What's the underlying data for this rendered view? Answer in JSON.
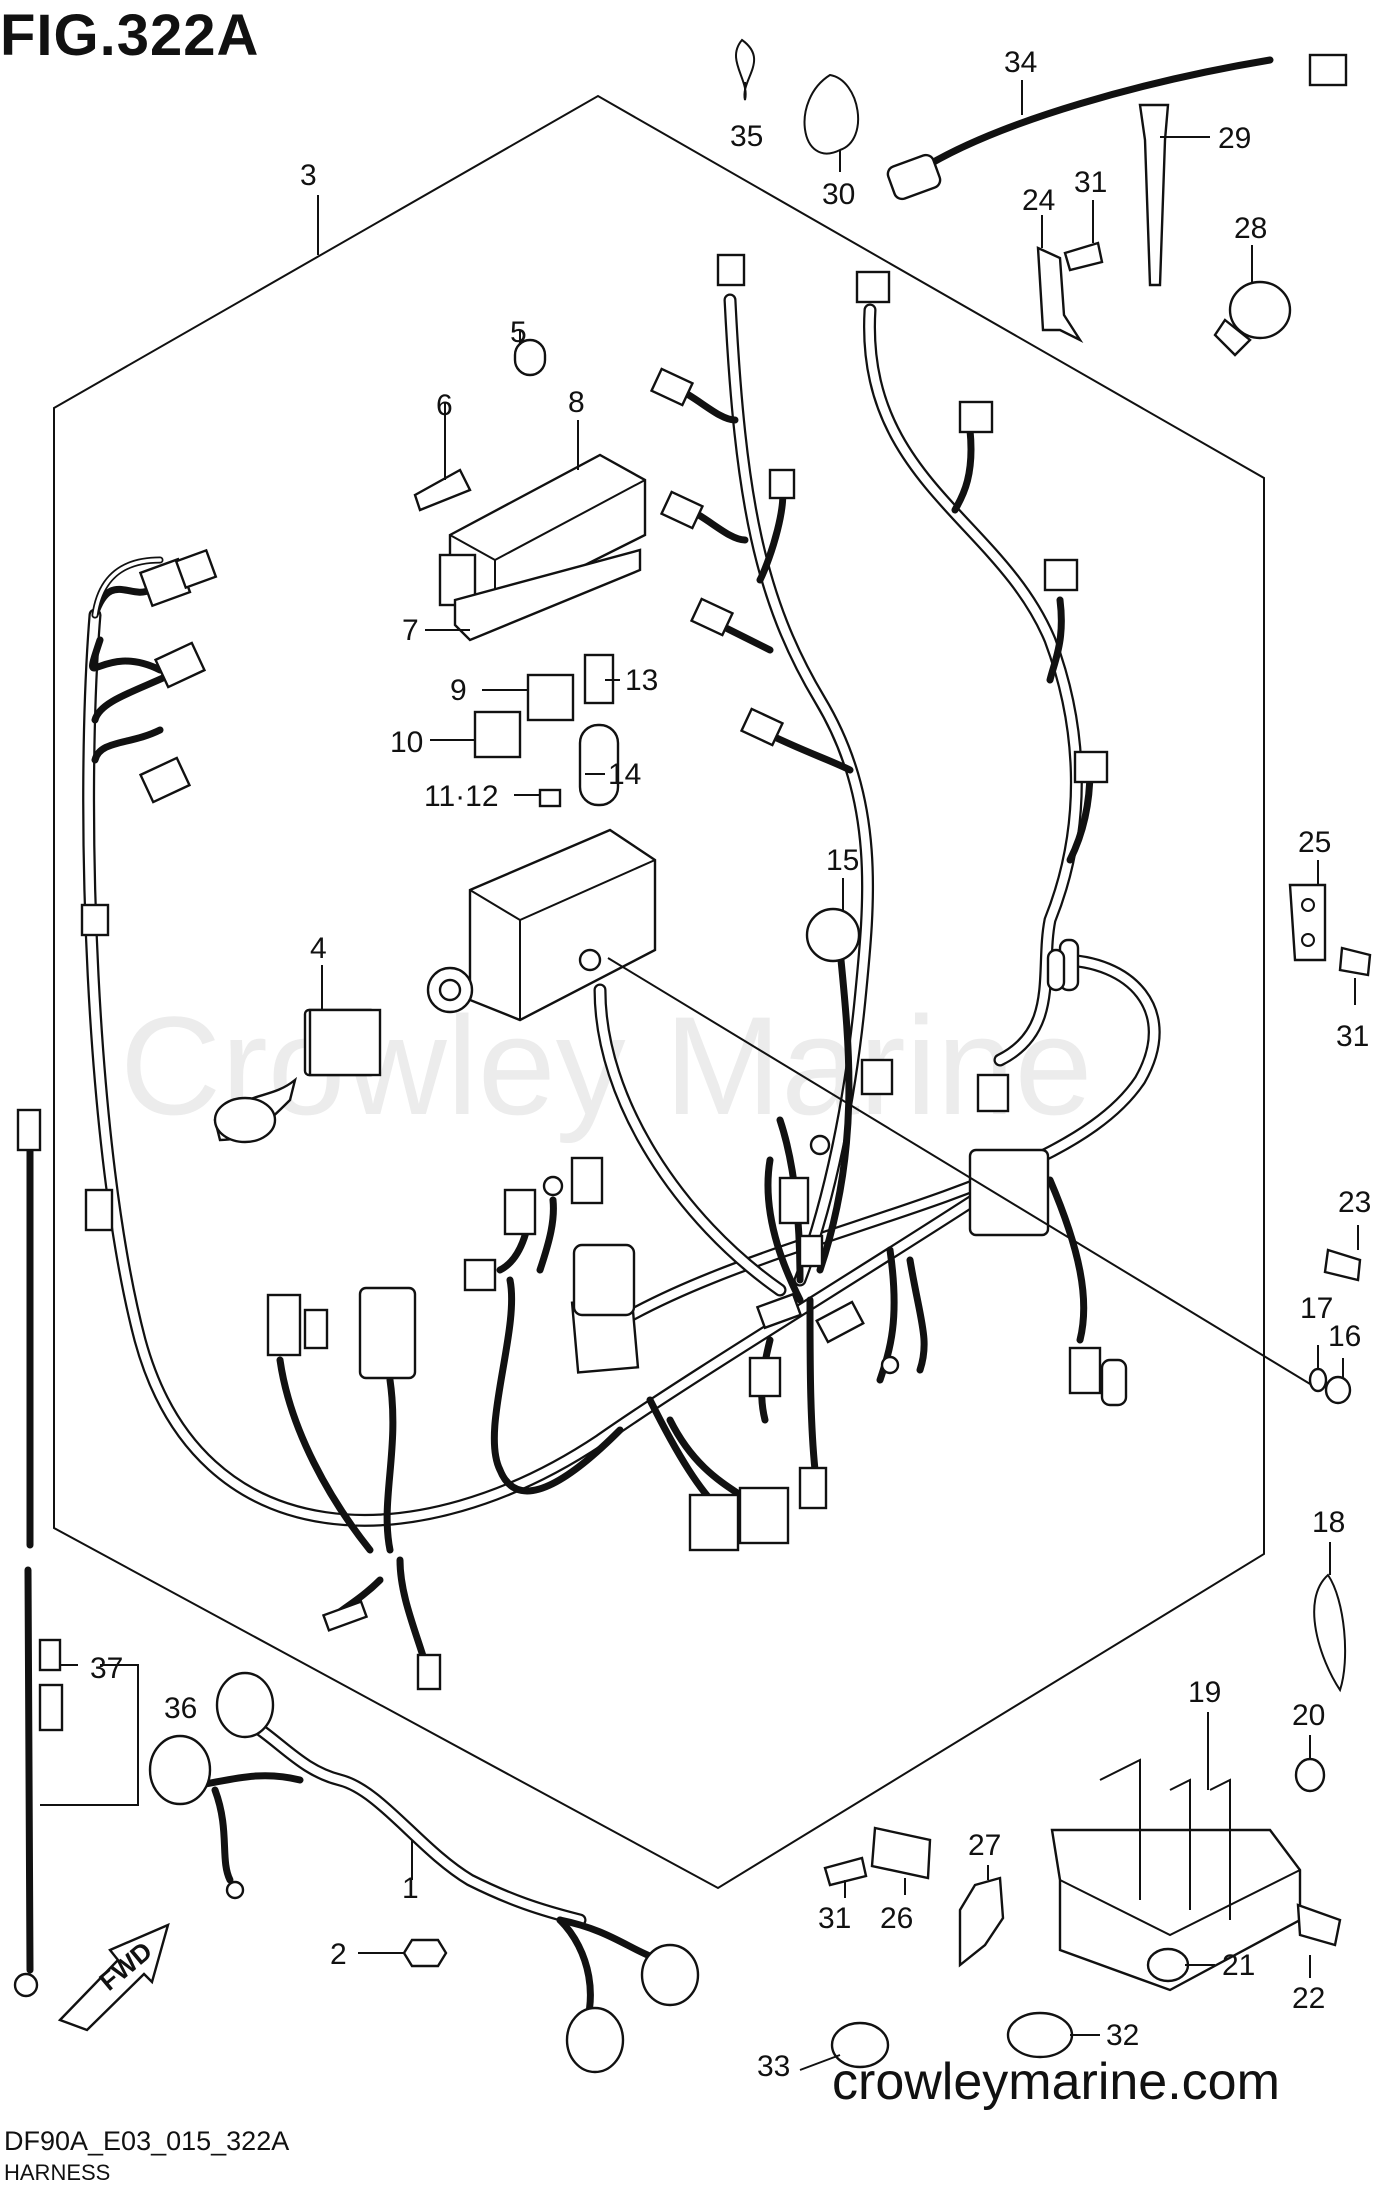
{
  "figure_title": "FIG.322A",
  "watermark": "Crowley Marine",
  "website": "crowleymarine.com",
  "drawing_code": "DF90A_E03_015_322A",
  "caption": "HARNESS",
  "fwd_label": "FWD",
  "callouts": {
    "p1": "1",
    "p2": "2",
    "p3": "3",
    "p4": "4",
    "p5": "5",
    "p6": "6",
    "p7": "7",
    "p8": "8",
    "p9": "9",
    "p10": "10",
    "p11_12": "11·12",
    "p13": "13",
    "p14": "14",
    "p15": "15",
    "p16": "16",
    "p17": "17",
    "p18": "18",
    "p19": "19",
    "p20": "20",
    "p21": "21",
    "p22": "22",
    "p23": "23",
    "p24": "24",
    "p25": "25",
    "p26": "26",
    "p27": "27",
    "p28": "28",
    "p29": "29",
    "p30": "30",
    "p31a": "31",
    "p31b": "31",
    "p31c": "31",
    "p32": "32",
    "p33": "33",
    "p34": "34",
    "p35": "35",
    "p36": "36",
    "p37": "37"
  }
}
